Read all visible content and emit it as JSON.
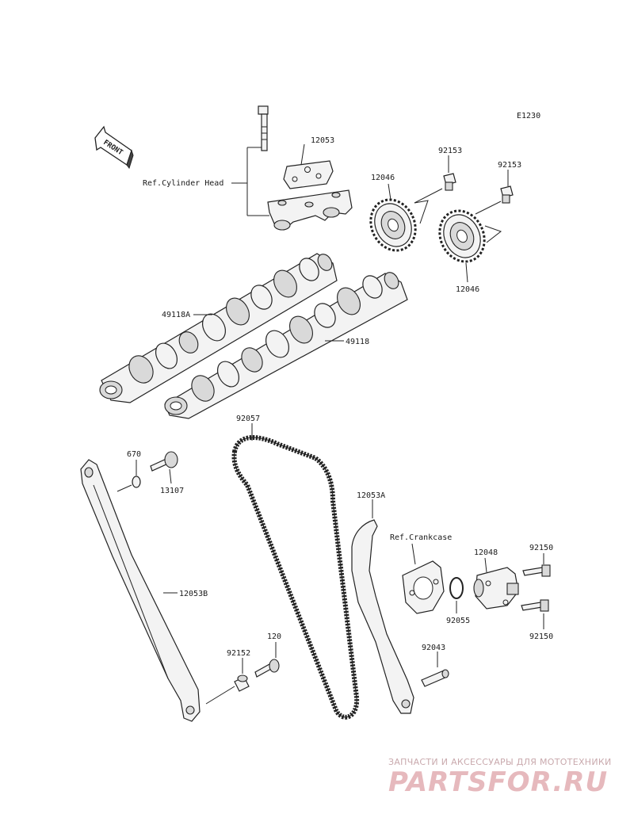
{
  "diagram": {
    "code": "E1230",
    "front_label": "FRONT",
    "ref_cylinder_head": "Ref.Cylinder Head",
    "ref_crankcase": "Ref.Crankcase",
    "parts": {
      "p12053": "12053",
      "p12046_top": "12046",
      "p92153_left": "92153",
      "p92153_right": "92153",
      "p12046_bottom": "12046",
      "p49118A": "49118A",
      "p49118": "49118",
      "p92057": "92057",
      "p670": "670",
      "p13107": "13107",
      "p12053A": "12053A",
      "p12053B": "12053B",
      "p12048": "12048",
      "p92150_top": "92150",
      "p92150_bottom": "92150",
      "p92055": "92055",
      "p120": "120",
      "p92152": "92152",
      "p92043": "92043"
    }
  },
  "watermark": {
    "tagline": "ЗАПЧАСТИ И АКСЕССУАРЫ ДЛЯ МОТОТЕХНИКИ",
    "logo": "PARTSFOR.RU"
  }
}
